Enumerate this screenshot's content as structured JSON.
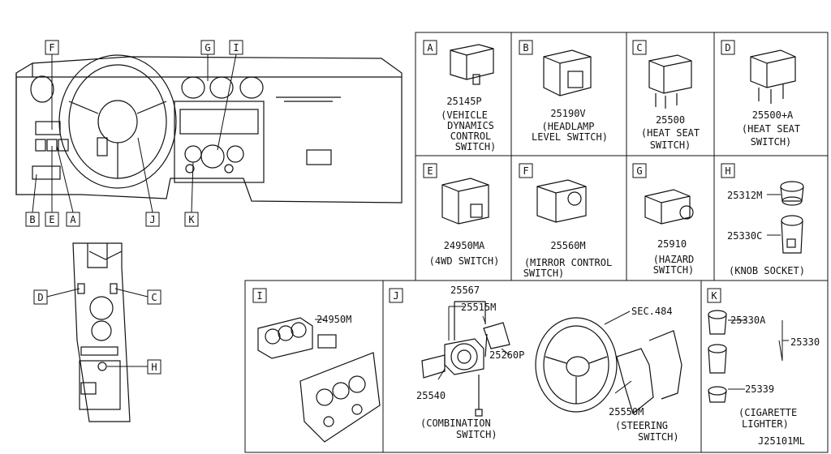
{
  "diagram_id": "J25101ML",
  "location_callouts": [
    "F",
    "G",
    "I",
    "B",
    "E",
    "A",
    "J",
    "K",
    "D",
    "C",
    "H"
  ],
  "panels": {
    "A": {
      "letter": "A",
      "part": "25145P",
      "caption": [
        "(VEHICLE",
        "DYNAMICS",
        "CONTROL",
        "SWITCH)"
      ]
    },
    "B": {
      "letter": "B",
      "part": "25190V",
      "caption": [
        "(HEADLAMP",
        "LEVEL SWITCH)"
      ]
    },
    "C": {
      "letter": "C",
      "part": "25500",
      "caption": [
        "(HEAT SEAT",
        "SWITCH)"
      ]
    },
    "D": {
      "letter": "D",
      "part": "25500+A",
      "caption": [
        "(HEAT SEAT",
        "SWITCH)"
      ]
    },
    "E": {
      "letter": "E",
      "part": "24950MA",
      "caption": [
        "(4WD SWITCH)"
      ]
    },
    "F": {
      "letter": "F",
      "part": "25560M",
      "caption": [
        "(MIRROR CONTROL",
        "SWITCH)"
      ]
    },
    "G": {
      "letter": "G",
      "part": "25910",
      "caption": [
        "(HAZARD",
        "SWITCH)"
      ]
    },
    "H": {
      "letter": "H",
      "parts": [
        "25312M",
        "25330C"
      ],
      "caption": [
        "(KNOB SOCKET)"
      ]
    },
    "I": {
      "letter": "I",
      "part": "24950M"
    },
    "J": {
      "letter": "J",
      "parts": [
        "25567",
        "25515M",
        "25260P",
        "25540",
        "SEC.484",
        "25550M"
      ],
      "captions": {
        "combination": [
          "(COMBINATION",
          "SWITCH)"
        ],
        "steering": [
          "(STEERING",
          "SWITCH)"
        ]
      }
    },
    "K": {
      "letter": "K",
      "parts": [
        "25330A",
        "25330",
        "25339"
      ],
      "caption": [
        "(CIGARETTE",
        "LIGHTER)"
      ]
    }
  }
}
